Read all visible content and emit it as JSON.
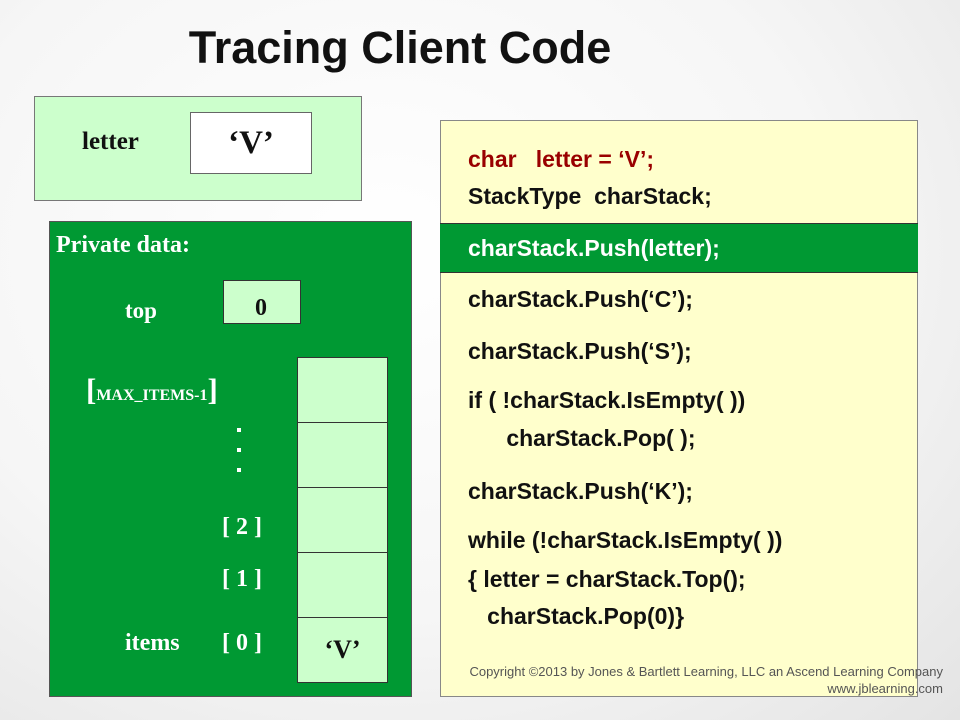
{
  "title": "Tracing Client Code",
  "client_var": {
    "label": "letter",
    "value": "‘V’"
  },
  "private_data": {
    "label": "Private data:",
    "top": {
      "label": "top",
      "value": "0"
    },
    "max_index": {
      "open": "[",
      "text": "MAX_ITEMS-1",
      "close": "]"
    },
    "items_label": "items",
    "indices": [
      "[ 2 ]",
      "[ 1 ]",
      "[ 0 ]"
    ],
    "cells": [
      "",
      "",
      "",
      "",
      "‘V’"
    ]
  },
  "code": {
    "line1_declaration": "char   letter = ‘V’;",
    "line2_declaration": "StackType  charStack;",
    "line3_highlighted": "charStack.Push(letter);",
    "line4": "charStack.Push(‘C’);",
    "line5": "charStack.Push(‘S’);",
    "line6": "if ( !charStack.IsEmpty( ))",
    "line7": "      charStack.Pop( );",
    "line8": "charStack.Push(‘K’);",
    "line9": "while (!charStack.IsEmpty( ))",
    "line10": "{ letter = charStack.Top();",
    "line11": "   charStack.Pop(0)}"
  },
  "copyright": {
    "line1": "Copyright ©2013 by Jones & Bartlett Learning, LLC an Ascend Learning Company",
    "line2": "www.jblearning.com"
  },
  "colors": {
    "green_panel": "#009933",
    "light_green": "#ccffcc",
    "code_bg": "#ffffcc",
    "declaration_text": "#990000"
  }
}
